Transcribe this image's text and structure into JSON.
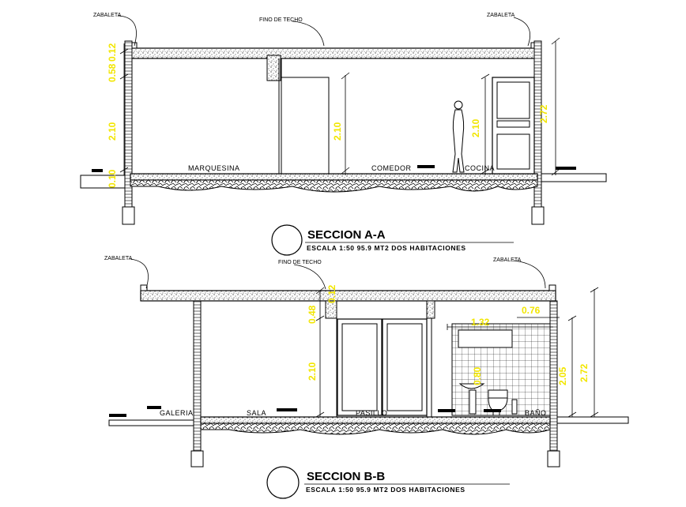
{
  "labels": {
    "zabaleta": "ZABALETA",
    "fino_de_techo": "FINO DE TECHO"
  },
  "section_a": {
    "title": "SECCION A-A",
    "subtitle": "ESCALA 1:50     95.9 MT2 DOS HABITACIONES",
    "rooms": {
      "marquesina": "MARQUESINA",
      "comedor": "COMEDOR",
      "cocina": "COCINA"
    },
    "dims": {
      "d058": "0.58",
      "d012": "0.12",
      "d210_left": "2.10",
      "d010": "0.10",
      "d210_mid": "2.10",
      "d210_right": "2.10",
      "d272": "2.72"
    }
  },
  "section_b": {
    "title": "SECCION  B-B",
    "subtitle": "ESCALA 1:50     95.9 MT2 DOS HABITACIONES",
    "rooms": {
      "galeria": "GALERIA",
      "sala": "SALA",
      "pasillo": "PASILLO",
      "bano": "BAÑO"
    },
    "dims": {
      "d048": "0.48",
      "d012": "0.12",
      "d210": "2.10",
      "d132": "1.32",
      "d076": "0.76",
      "d205": "2.05",
      "d272": "2.72",
      "d080": "0.80"
    }
  },
  "colors": {
    "lines": "#000000",
    "dimensions": "#f2e600",
    "background": "#ffffff"
  }
}
